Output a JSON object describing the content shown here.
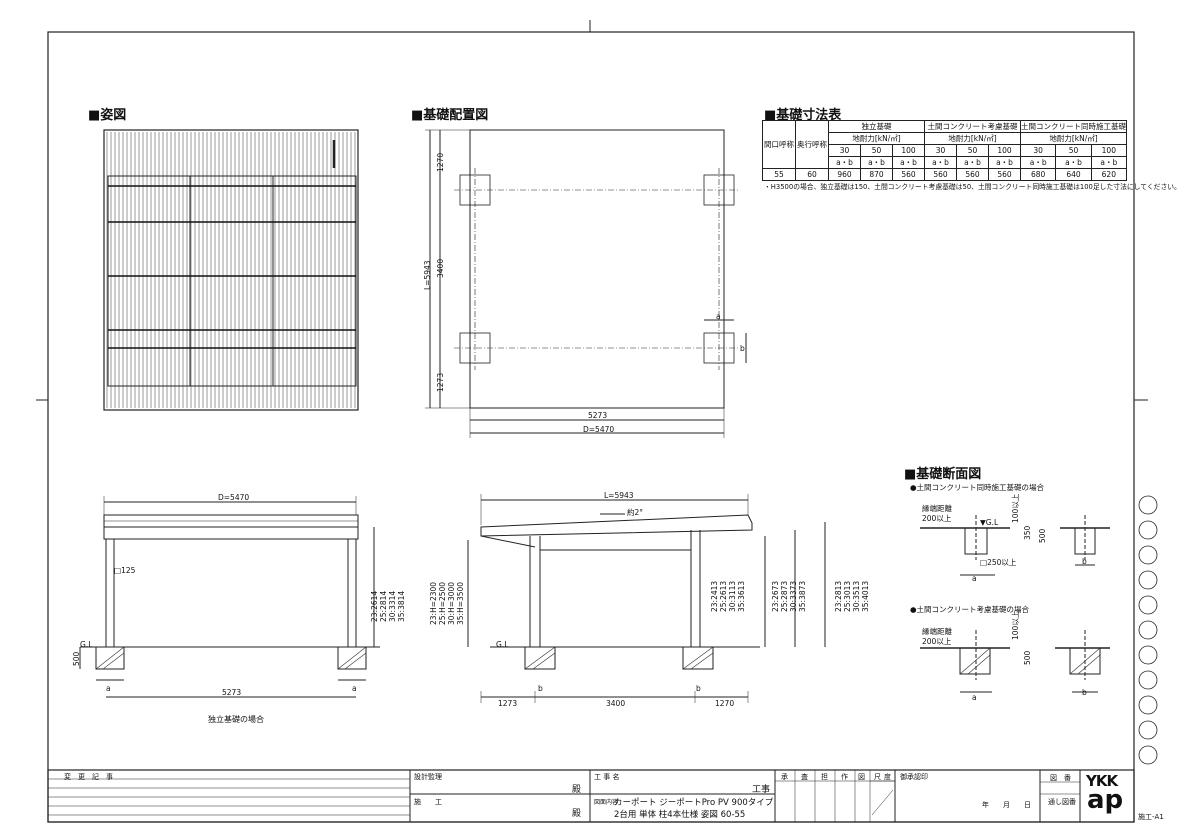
{
  "sections": {
    "perspective": "■姿図",
    "layout": "■基礎配置図",
    "table": "■基礎寸法表",
    "section": "■基礎断面図"
  },
  "layout_plan": {
    "dim_1270": "1270",
    "dim_3400": "3400",
    "dim_1273": "1273",
    "dim_L": "L=5943",
    "dim_5273": "5273",
    "dim_D": "D=5470",
    "dim_a": "a",
    "dim_b": "b"
  },
  "spec_table": {
    "h_opening": "間口呼称",
    "h_depth": "奥行呼称",
    "h_independent": "独立基礎",
    "h_soil_concrete": "土間コンクリート考慮基礎",
    "h_soil_simultaneous": "土間コンクリート同時施工基礎",
    "h_bearing": "地耐力[kN/㎡]",
    "bearings": [
      "30",
      "50",
      "100"
    ],
    "ab": "a・b",
    "row": [
      "55",
      "60",
      "960",
      "870",
      "560",
      "560",
      "560",
      "560",
      "680",
      "640",
      "620"
    ],
    "note": "・H3500の場合、独立基礎は150、土間コンクリート考慮基礎は50、土間コンクリート同時施工基礎は100足した寸法にしてください。"
  },
  "front_view": {
    "dim_D": "D=5470",
    "post": "□125",
    "gl": "G.L",
    "dim_500": "500",
    "dim_a": "a",
    "dim_5273": "5273",
    "heights": [
      "23:2614",
      "25:2814",
      "30:3314",
      "35:3814"
    ],
    "caption": "独立基礎の場合"
  },
  "side_view": {
    "dim_L": "L=5943",
    "slope": "約2°",
    "h_heights": [
      "23:H=2300",
      "25:H=2500",
      "30:H=3000",
      "35:H=3500"
    ],
    "low_heights": [
      "23:2413",
      "25:2613",
      "30:3113",
      "35:3613"
    ],
    "mid_heights": [
      "23:2673",
      "25:2873",
      "30:3373",
      "35:3873"
    ],
    "high_heights": [
      "23:2813",
      "25:3013",
      "30:3513",
      "35:4013"
    ],
    "gl": "G.L",
    "dim_1273": "1273",
    "dim_3400": "3400",
    "dim_1270": "1270",
    "dim_b": "b"
  },
  "section_view": {
    "case1": "●土間コンクリート同時施工基礎の場合",
    "case2": "●土間コンクリート考慮基礎の場合",
    "edge_distance": "縁端距離",
    "over200": "200以上",
    "over100": "100以上",
    "gl": "▼G.L",
    "dim_350": "350",
    "dim_500": "500",
    "square250": "□250以上",
    "dim_a": "a",
    "dim_b": "b"
  },
  "title_block": {
    "change_record": "変　更　記　事",
    "design_supervisor": "設計監理",
    "construction": "施　　工",
    "dono": "殿",
    "project_name_label": "工 事 名",
    "koji": "工事",
    "drawing_content_label": "図面内容",
    "line1": "カーポート ジーポートPro PV 900タイプ",
    "line2": "2台用 単体 柱4本仕様 姿図 60-55",
    "cols": [
      "承",
      "査",
      "担",
      "作",
      "図",
      "尺",
      "度"
    ],
    "approval": "御承認印",
    "ymd": "年　　月　　日",
    "drawing_no": "図　番",
    "serial": "通し図番",
    "logo_top": "YKK",
    "logo_bottom": "ap",
    "sheet": "施工-A1"
  }
}
